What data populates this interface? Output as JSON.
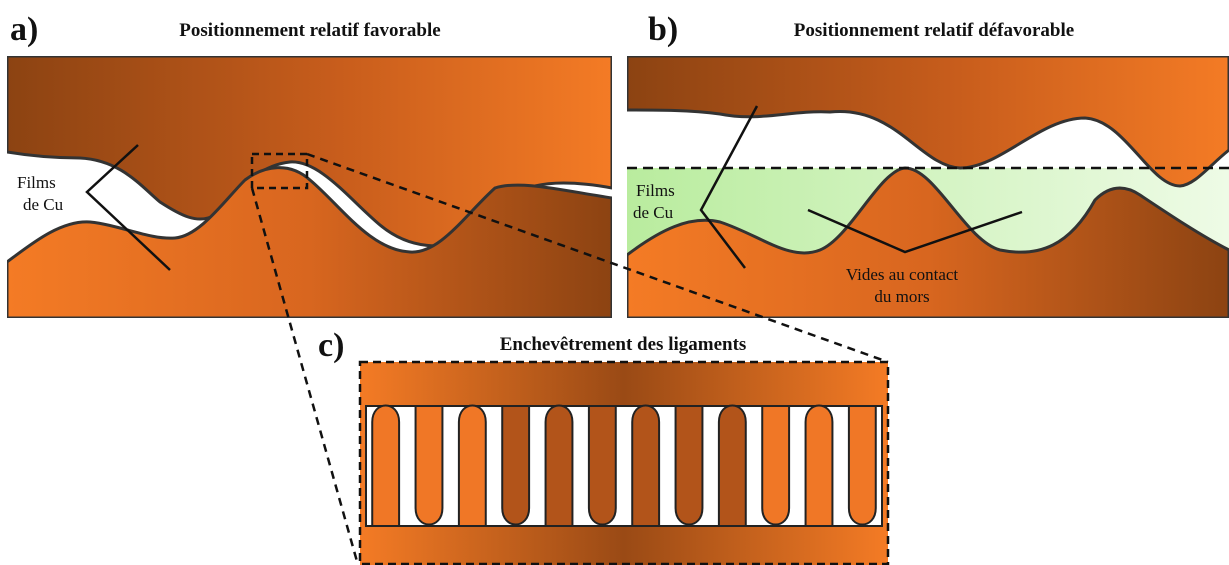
{
  "panels": {
    "a": {
      "letter": "a)",
      "title": "Positionnement relatif favorable",
      "films_line1": "Films",
      "films_line2": "de Cu"
    },
    "b": {
      "letter": "b)",
      "title": "Positionnement relatif défavorable",
      "films_line1": "Films",
      "films_line2": "de Cu",
      "voids_line1": "Vides au contact",
      "voids_line2": "du mors"
    },
    "c": {
      "letter": "c)",
      "title": "Enchevêtrement des ligaments"
    }
  },
  "colors": {
    "copper_light": "#f47b25",
    "copper_dark": "#8c4312",
    "gap": "#ffffff",
    "void_green": "#c8f0b4",
    "outline": "#333333"
  }
}
